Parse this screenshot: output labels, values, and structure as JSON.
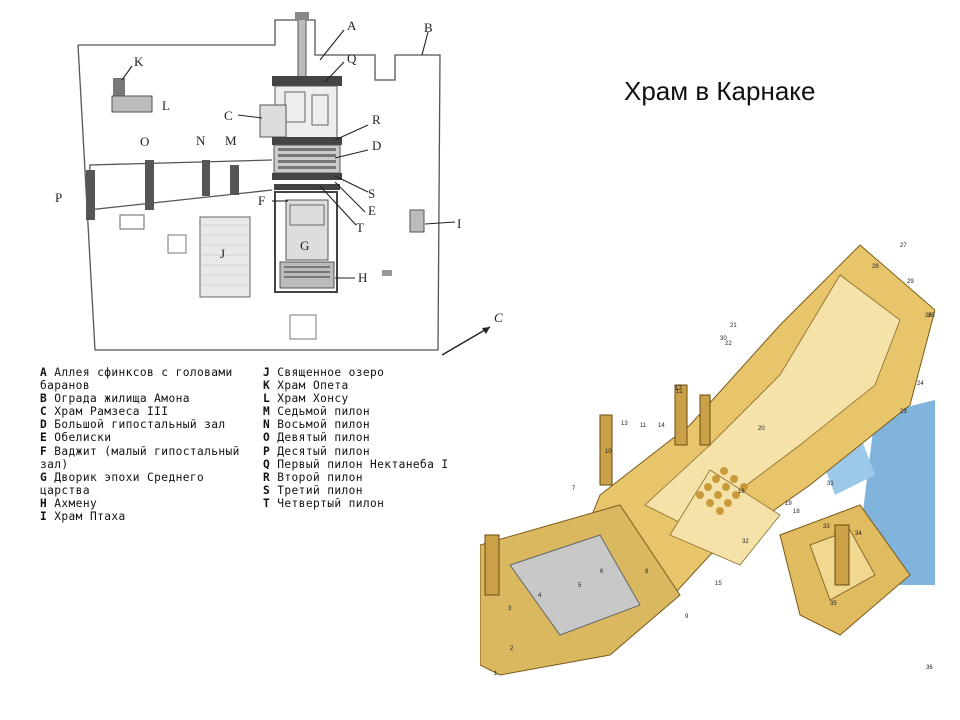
{
  "slide": {
    "title": "Храм в Карнаке"
  },
  "plan": {
    "labels": [
      "A",
      "B",
      "K",
      "Q",
      "L",
      "C",
      "R",
      "D",
      "O",
      "N",
      "M",
      "P",
      "S",
      "F",
      "E",
      "T",
      "I",
      "J",
      "G",
      "H"
    ],
    "compass": "C"
  },
  "legend": {
    "left": [
      {
        "key": "A",
        "text": "Аллея сфинксов с головами баранов"
      },
      {
        "key": "B",
        "text": "Ограда жилища Амона"
      },
      {
        "key": "C",
        "text": "Храм Рамзеса III"
      },
      {
        "key": "D",
        "text": "Большой гипостальный зал"
      },
      {
        "key": "E",
        "text": "Обелиски"
      },
      {
        "key": "F",
        "text": "Ваджит (малый гипостальный зал)"
      },
      {
        "key": "G",
        "text": "Дворик эпохи Среднего царства"
      },
      {
        "key": "H",
        "text": "Ахмену"
      },
      {
        "key": "I",
        "text": "Храм Птаха"
      }
    ],
    "right": [
      {
        "key": "J",
        "text": "Священное озеро"
      },
      {
        "key": "K",
        "text": "Храм Опета"
      },
      {
        "key": "L",
        "text": "Храм Хонсу"
      },
      {
        "key": "M",
        "text": "Седьмой пилон"
      },
      {
        "key": "N",
        "text": "Восьмой пилон"
      },
      {
        "key": "O",
        "text": "Девятый пилон"
      },
      {
        "key": "P",
        "text": "Десятый пилон"
      },
      {
        "key": "Q",
        "text": "Первый пилон Нектанеба I"
      },
      {
        "key": "R",
        "text": "Второй пилон"
      },
      {
        "key": "S",
        "text": "Третий пилон"
      },
      {
        "key": "T",
        "text": "Четвертый пилон"
      }
    ]
  },
  "aerial": {
    "numbers": [
      "1",
      "2",
      "3",
      "4",
      "5",
      "6",
      "7",
      "8",
      "9",
      "10",
      "11",
      "12",
      "13",
      "14",
      "15",
      "16",
      "17",
      "18",
      "19",
      "20",
      "21",
      "22",
      "23",
      "24",
      "25",
      "26",
      "27",
      "28",
      "29",
      "30",
      "31",
      "32",
      "33",
      "34",
      "35",
      "36"
    ]
  }
}
